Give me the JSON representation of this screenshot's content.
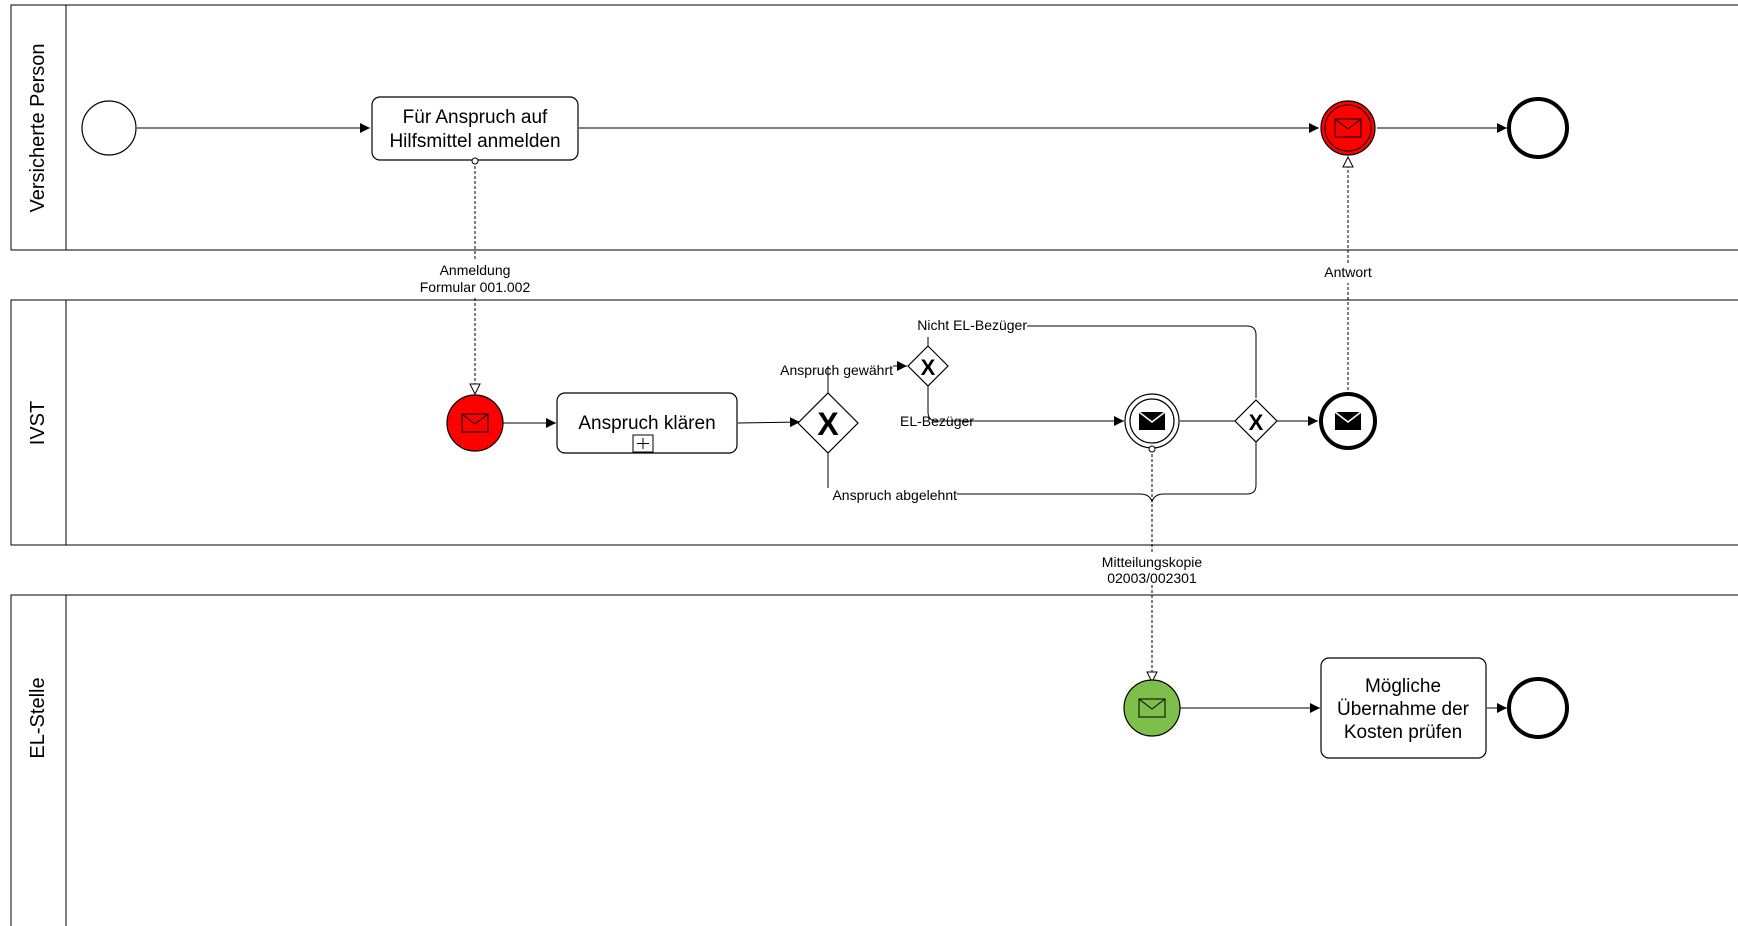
{
  "lanes": {
    "versicherte": "Versicherte Person",
    "ivst": "IVST",
    "elstelle": "EL-Stelle"
  },
  "tasks": {
    "anmelden": [
      "Für Anspruch auf",
      "Hilfsmittel anmelden"
    ],
    "klaeren": "Anspruch klären",
    "uebernahme": [
      "Mögliche",
      "Übernahme der",
      "Kosten prüfen"
    ]
  },
  "labels": {
    "anmeldung": [
      "Anmeldung",
      "Formular 001.002"
    ],
    "antwort": "Antwort",
    "nicht_el": "Nicht EL-Bezüger",
    "gewaehrt": "Anspruch gewährt",
    "el_bezueger": "EL-Bezüger",
    "abgelehnt": "Anspruch abgelehnt",
    "mitteilung": [
      "Mitteilungskopie",
      "02003/002301"
    ]
  },
  "colors": {
    "message_red": "#ff0000",
    "message_green": "#7dbf4a",
    "stroke": "#000000"
  },
  "icons": {
    "start_event": "start-event-icon",
    "end_event": "end-event-icon",
    "message_event": "envelope-icon",
    "gateway": "exclusive-gateway-icon",
    "subprocess_marker": "plus-icon"
  }
}
